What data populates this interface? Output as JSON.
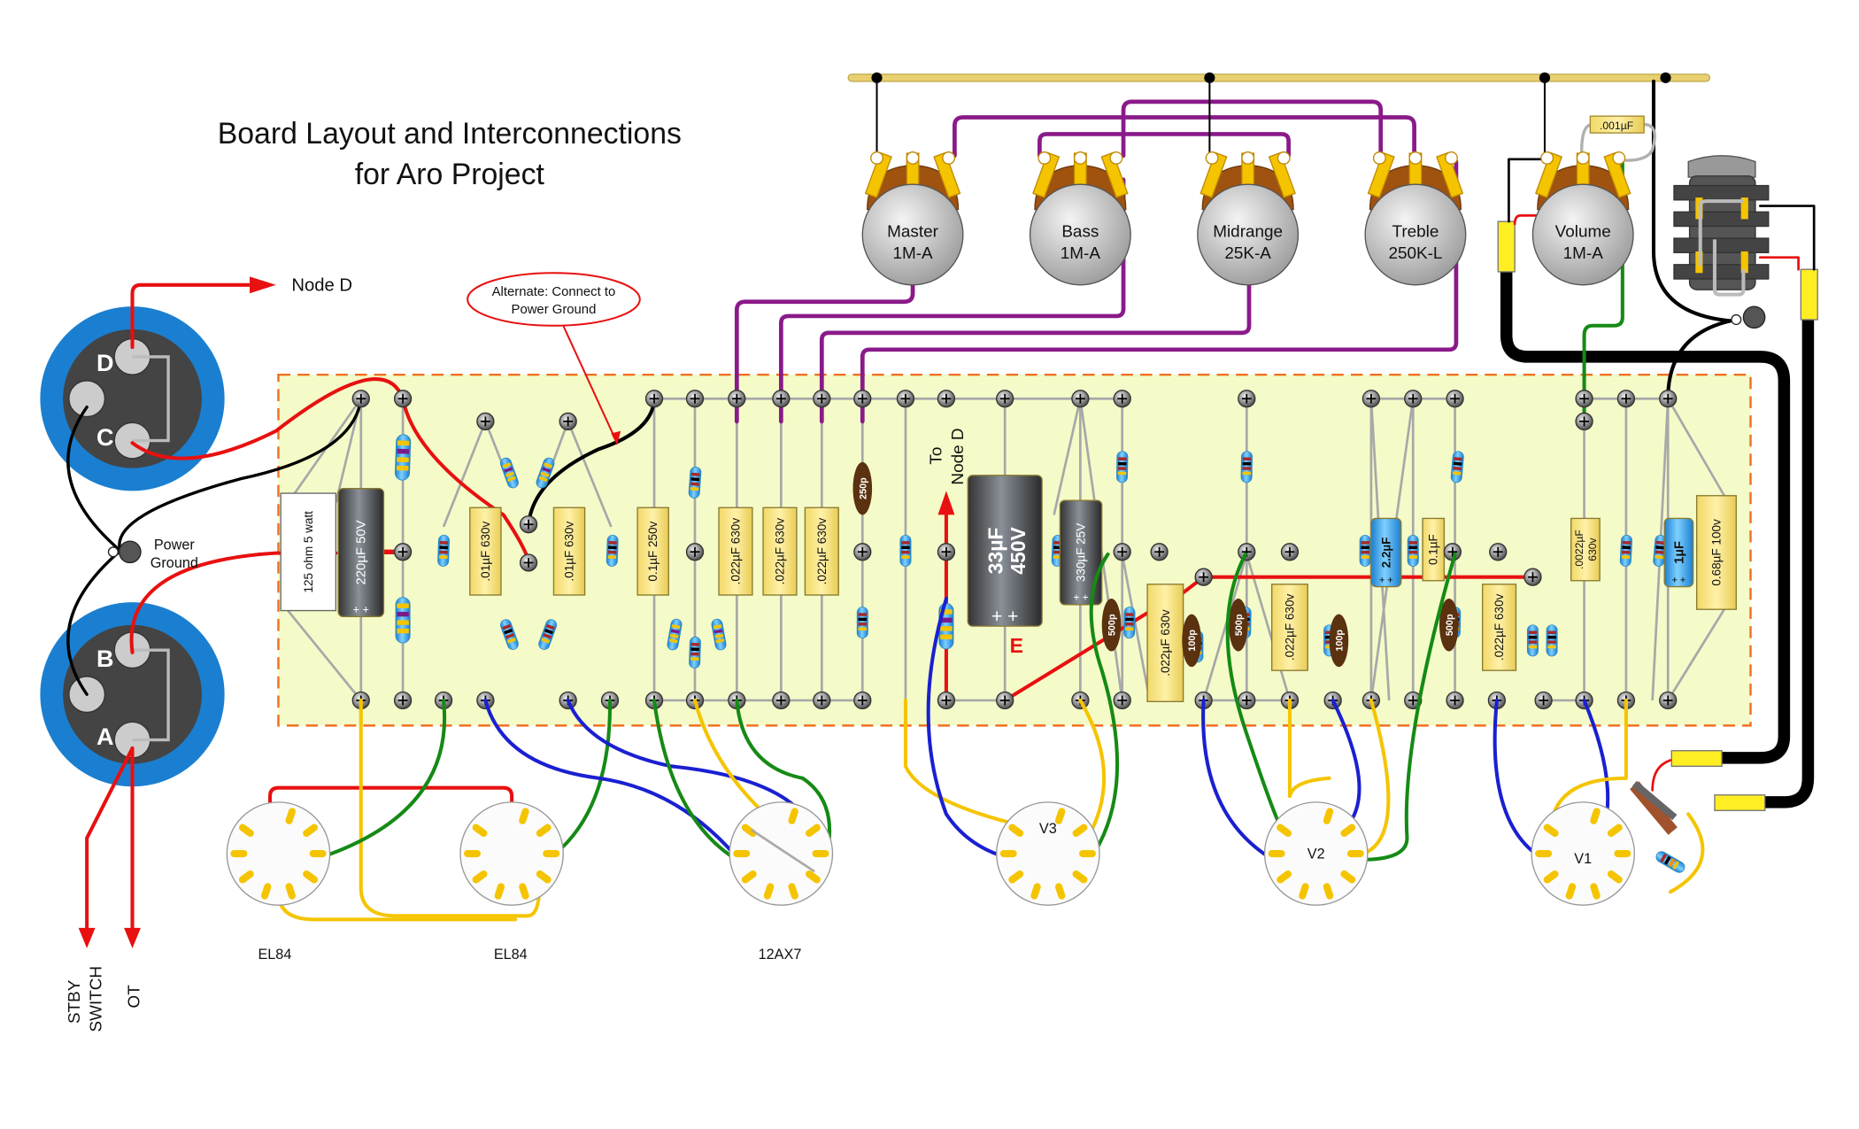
{
  "title": {
    "line1": "Board Layout and Interconnections",
    "line2": "for Aro Project"
  },
  "labels": {
    "node_d": "Node D",
    "to_node_d_1": "To",
    "to_node_d_2": "Node D",
    "power_ground_1": "Power",
    "power_ground_2": "Ground",
    "alternate_1": "Alternate: Connect to",
    "alternate_2": "Power Ground",
    "stby_1": "STBY",
    "stby_2": "SWITCH",
    "ot": "OT",
    "node_e": "E",
    "conn_d": "D",
    "conn_c": "C",
    "conn_b": "B",
    "conn_a": "A"
  },
  "pots": [
    {
      "name": "Master",
      "value": "1M-A"
    },
    {
      "name": "Bass",
      "value": "1M-A"
    },
    {
      "name": "Midrange",
      "value": "25K-A"
    },
    {
      "name": "Treble",
      "value": "250K-L"
    },
    {
      "name": "Volume",
      "value": "1M-A"
    }
  ],
  "tubes": [
    {
      "label": "EL84"
    },
    {
      "label": "EL84"
    },
    {
      "label": "12AX7"
    },
    {
      "label": "V3"
    },
    {
      "label": "V2"
    },
    {
      "label": "V1"
    }
  ],
  "components": {
    "power_resistor": "125 ohm 5 watt",
    "c220": "220µF 50V",
    "c01a": ".01µF 630v",
    "c01b": ".01µF 630v",
    "c01_250": "0.1µF 250v",
    "c022a": ".022µF 630v",
    "c022b": ".022µF 630v",
    "c022c": ".022µF 630v",
    "c33_1": "33µF",
    "c33_2": "450V",
    "c330": "330µF 25V",
    "c022d": ".022µF 630v",
    "c022e": ".022µF 630v",
    "c22": "2.2µF",
    "c01": "0.1µF",
    "c022f": ".022µF 630v",
    "c0022_1": ".0022µF",
    "c0022_2": "630v",
    "c1": "1µF",
    "c068": "0.68µF 100v",
    "c001": ".001µF",
    "cer250": "250p",
    "cer500a": "500p",
    "cer500b": "500p",
    "cer500c": "500p",
    "cer100a": "100p",
    "cer100b": "100p"
  },
  "colors": {
    "board": "#f4fbc8",
    "board_border": "#f07020",
    "wire_red": "#e81010",
    "wire_purple": "#8a1a8a",
    "wire_green": "#158a15",
    "wire_blue": "#1a20d0",
    "wire_yellow": "#f5c400",
    "connector_blue": "#1a7fd0",
    "cap_yellow": "#f8e27a"
  }
}
